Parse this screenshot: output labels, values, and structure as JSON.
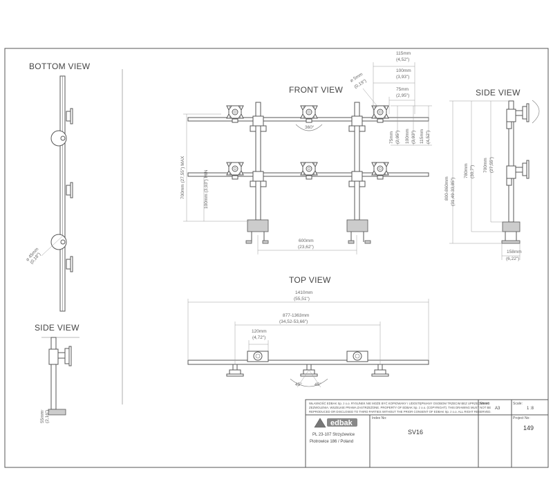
{
  "views": {
    "bottom": "BOTTOM VIEW",
    "front": "FRONT VIEW",
    "side_right": "SIDE VIEW",
    "side_left": "SIDE VIEW",
    "top": "TOP VIEW"
  },
  "dimensions": {
    "d115": "115mm",
    "d115_in": "(4,52\")",
    "d100": "100mm",
    "d100_in": "(3,93\")",
    "d75": "75mm",
    "d75_in": "(2,95\")",
    "hole_d": "⌀ 5mm",
    "hole_d_in": "(0,19\")",
    "v75": "75mm",
    "v75_in": "(2,95\")",
    "v100": "100mm",
    "v100_in": "(3,93\")",
    "v115": "115mm",
    "v115_in": "(4,52\")",
    "rot": "360°",
    "max700": "700mm (27,55\") MAX",
    "min100": "100mm (3,93\") MIN",
    "w600": "600mm",
    "w600_in": "(23,62\")",
    "h800": "800-860mm",
    "h800_in": "(31,49-33,85\")",
    "h780": "780mm",
    "h780_in": "(30,7\")",
    "h700": "700mm",
    "h700_in": "(27,55\")",
    "d158": "158mm",
    "d158_in": "(6,22\")",
    "pole_d": "⌀ 45mm",
    "pole_d_in": "(0,18\")",
    "h55": "55mm",
    "h55_in": "(2,16\")",
    "w1410": "1410mm",
    "w1410_in": "(55,51\")",
    "w877": "877-1363mm",
    "w877_in": "(34,52-53,66\")",
    "w120": "120mm",
    "w120_in": "(4,72\")",
    "a45l": "45°",
    "a45r": "45°"
  },
  "title_block": {
    "notice": [
      "WŁASNOŚĆ EDBAK Sp. z o.o. RYSUNEK NIE MOŻE BYĆ KOPIOWANY I UDOSTĘPNIANY OSOBOM TRZECIM BEZ UPRZEDNIEGO",
      "ZEZWOLENIA. WSZELKIE PRAWA ZASTRZEŻONE. PROPERTY OF EDBAK Sp. z o.o. (COPYRIGHT). THIS DRAWING MUST NOT BE",
      "REPRODUCED OR DISCLOSED TO THIRD PARTIES WITHOUT THE PRIOR CONSENT OF EDBAK Sp. z o.o. ALL RIGHT RESERVED."
    ],
    "logo": "edbak",
    "address1": "PL 23-107 Strzyżewice",
    "address2": "Piotrowice 186 / Poland",
    "index_label": "Index No:",
    "index_value": "SV16",
    "sheet_label": "Sheet:",
    "sheet_value": "A3",
    "scale_label": "Scale:",
    "scale_value": "1 :8",
    "project_label": "Project No:",
    "project_value": "149"
  }
}
